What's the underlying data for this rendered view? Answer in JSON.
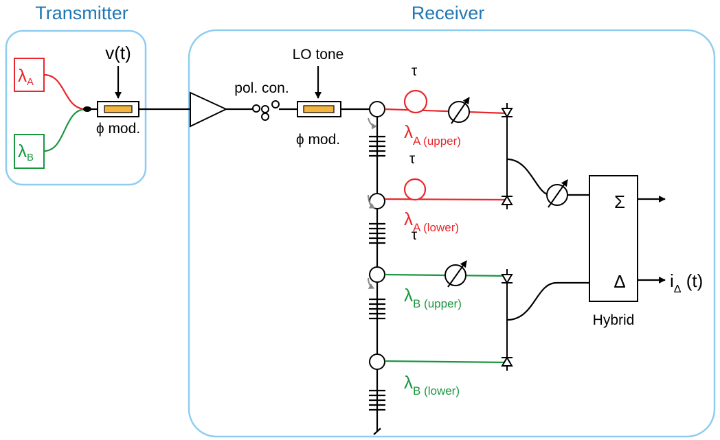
{
  "transmitter": {
    "title": "Transmitter",
    "source_a": {
      "symbol": "λ",
      "sub": "A"
    },
    "source_b": {
      "symbol": "λ",
      "sub": "B"
    },
    "drive": "v(t)",
    "modulator": "ϕ mod."
  },
  "receiver": {
    "title": "Receiver",
    "pol_controller": "pol. con.",
    "lo_tone": "LO tone",
    "modulator": "ϕ mod.",
    "delay_1": "τ",
    "delay_2": "τ",
    "delay_3": "τ",
    "branch_a_upper": {
      "symbol": "λ",
      "sub": "A (upper)"
    },
    "branch_a_lower": {
      "symbol": "λ",
      "sub": "A (lower)"
    },
    "branch_b_upper": {
      "symbol": "λ",
      "sub": "B (upper)"
    },
    "branch_b_lower": {
      "symbol": "λ",
      "sub": "B (lower)"
    },
    "hybrid": {
      "label": "Hybrid",
      "sum": "Σ",
      "diff": "Δ"
    },
    "output": {
      "symbol": "i",
      "sub": "Δ",
      "arg": " (t)"
    }
  },
  "colors": {
    "section_title": "#1f77b4",
    "box_border": "#8ecdf0",
    "lambda_a": "#e8262b",
    "lambda_b": "#1a9641",
    "modulator_fill": "#f3b53f"
  }
}
